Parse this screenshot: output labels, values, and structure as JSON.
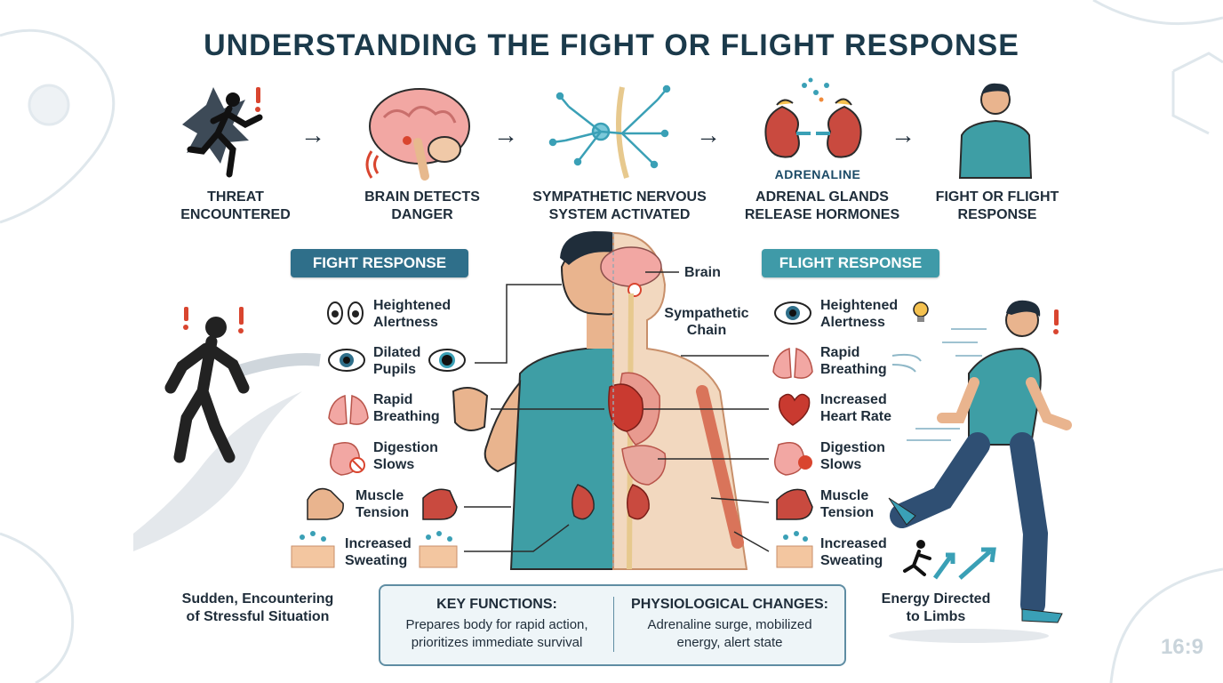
{
  "title": "UNDERSTANDING THE FIGHT OR FLIGHT RESPONSE",
  "steps": [
    {
      "label": "THREAT\nENCOUNTERED",
      "icon": "running-person-threat-icon"
    },
    {
      "label": "BRAIN DETECTS\nDANGER",
      "icon": "brain-icon"
    },
    {
      "label": "SYMPATHETIC NERVOUS\nSYSTEM ACTIVATED",
      "icon": "neuron-icon"
    },
    {
      "label": "ADRENAL GLANDS\nRELEASE HORMONES",
      "icon": "kidneys-adrenal-icon"
    },
    {
      "label": "FIGHT OR FLIGHT\nRESPONSE",
      "icon": "person-icon"
    }
  ],
  "adrenaline_label": "ADRENALINE",
  "fight": {
    "heading": "FIGHT RESPONSE",
    "color": "#2f6f8a",
    "items": [
      "Heightened\nAlertness",
      "Dilated\nPupils",
      "Rapid\nBreathing",
      "Digestion\nSlows",
      "Muscle\nTension",
      "Increased\nSweating"
    ]
  },
  "flight": {
    "heading": "FLIGHT RESPONSE",
    "color": "#3f9aa8",
    "items": [
      "Heightened\nAlertness",
      "Rapid\nBreathing",
      "Increased\nHeart Rate",
      "Digestion\nSlows",
      "Muscle\nTension",
      "Increased\nSweating"
    ]
  },
  "body_labels": {
    "brain": "Brain",
    "chain": "Sympathetic\nChain"
  },
  "captions": {
    "left": "Sudden, Encountering\nof Stressful Situation",
    "right": "Energy Directed\nto Limbs"
  },
  "key_box": {
    "functions_title": "KEY FUNCTIONS:",
    "functions_text": "Prepares body for rapid action,\nprioritizes immediate survival",
    "changes_title": "PHYSIOLOGICAL CHANGES:",
    "changes_text": "Adrenaline surge, mobilized\nenergy, alert state"
  },
  "aspect_ratio": "16:9",
  "colors": {
    "accent_dark": "#2f6f8a",
    "accent_teal": "#3f9aa8",
    "shirt": "#3e9ea5",
    "alert_red": "#d9452f"
  }
}
